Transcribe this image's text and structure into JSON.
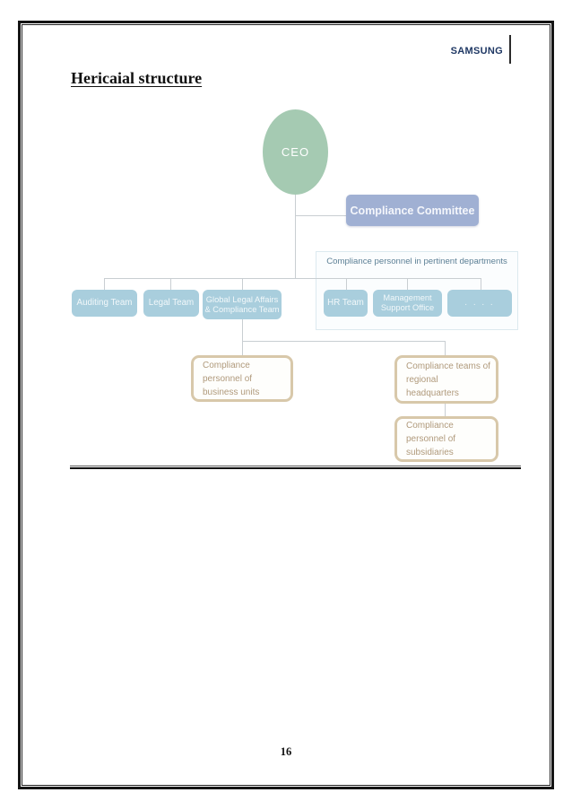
{
  "page": {
    "brand": "SAMSUNG",
    "heading": "Hericaial structure",
    "page_number": "16"
  },
  "chart": {
    "type": "org-chart",
    "title": "Samsung compliance hierarchical structure",
    "nodes": {
      "ceo": "CEO",
      "committee": "Compliance Committee",
      "pertinent_header": "Compliance personnel in pertinent departments",
      "auditing": "Auditing Team",
      "legal": "Legal Team",
      "global_legal": "Global Legal Affairs & Compliance Team",
      "hr": "HR Team",
      "mgmt": "Management Support Office",
      "dots": ". . . .",
      "business_units": "Compliance personnel of business units",
      "regional_hq": "Compliance teams of regional headquarters",
      "subsidiaries": "Compliance personnel of subsidiaries"
    },
    "hierarchy": [
      {
        "parent": "CEO",
        "children": [
          "Compliance Committee",
          "Auditing Team",
          "Legal Team",
          "Global Legal Affairs & Compliance Team",
          "HR Team",
          "Management Support Office",
          ". . . ."
        ]
      },
      {
        "parent": "Global Legal Affairs & Compliance Team",
        "children": [
          "Compliance personnel of business units",
          "Compliance teams of regional headquarters"
        ]
      },
      {
        "parent": "Compliance teams of regional headquarters",
        "children": [
          "Compliance personnel of subsidiaries"
        ]
      }
    ],
    "colors": {
      "brand_navy": "#1f3864",
      "ceo_green": "#a5cab2",
      "committee_blue": "#a0b0d3",
      "team_blue": "#a9cedd",
      "tan_border": "#d8c8aa",
      "tan_text": "#b09a7c",
      "connector_gray": "#c9ced2"
    }
  }
}
